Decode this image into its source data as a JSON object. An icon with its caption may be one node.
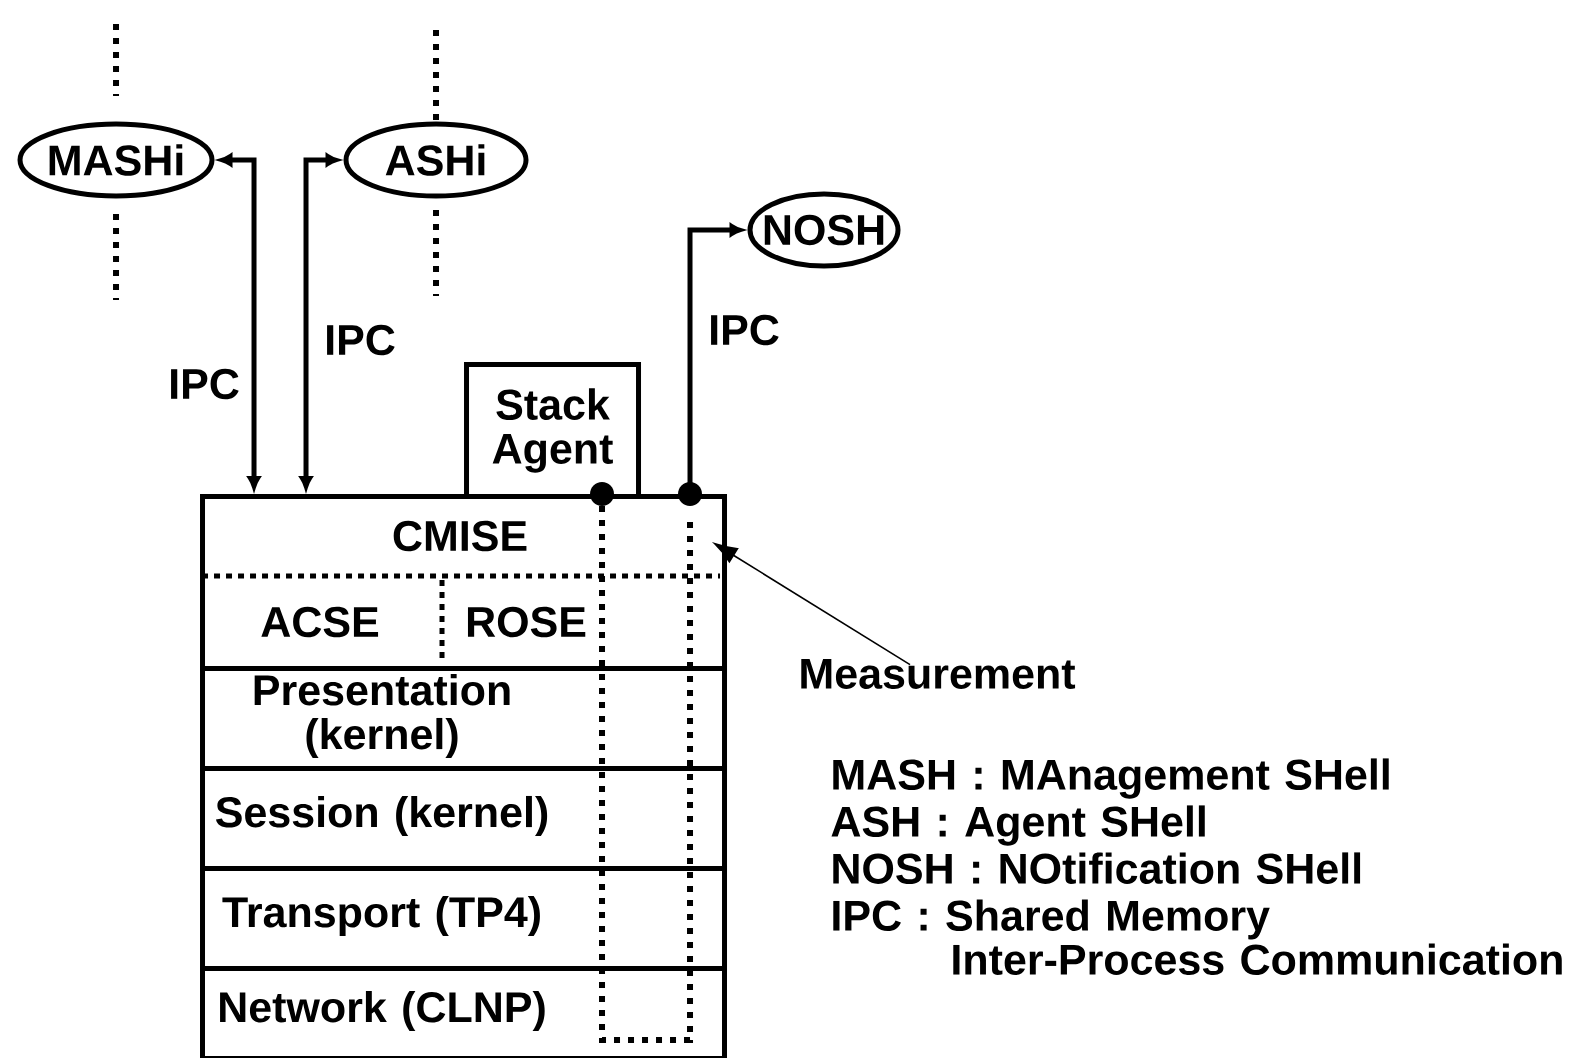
{
  "diagram": {
    "nodes": [
      {
        "text": [
          "MASHi"
        ]
      },
      {
        "text": [
          "ASHi"
        ]
      },
      {
        "text": [
          "NOSH"
        ]
      },
      {
        "text": [
          "Stack Agent"
        ]
      },
      {
        "text": [
          "CMISE"
        ]
      },
      {
        "text": [
          "ACSE"
        ],
        "in": 4
      },
      {
        "text": [
          "ROSE"
        ],
        "in": 4
      },
      {
        "text": [
          "Presentation (kernel)"
        ]
      },
      {
        "text": [
          "Session (kernel)"
        ]
      },
      {
        "text": [
          "Transport (TP4)"
        ]
      },
      {
        "text": [
          "Network (CLNP)"
        ]
      },
      {
        "text": [
          "Measurement"
        ]
      }
    ],
    "edges": [
      {
        "from": 0,
        "to": 4,
        "arrow": "both",
        "label": "IPC"
      },
      {
        "from": 4,
        "to": 1,
        "arrow": "both",
        "label": "IPC"
      },
      {
        "from": 4,
        "to": 2,
        "arrow": "to",
        "label": "IPC"
      },
      {
        "from": 11,
        "to": 4,
        "arrow": "to"
      }
    ],
    "labels": [
      "MASH : MAnagement SHell",
      "ASH : Agent SHell",
      "NOSH : NOtification SHell",
      "IPC : Shared Memory Inter-Process Communication"
    ]
  }
}
